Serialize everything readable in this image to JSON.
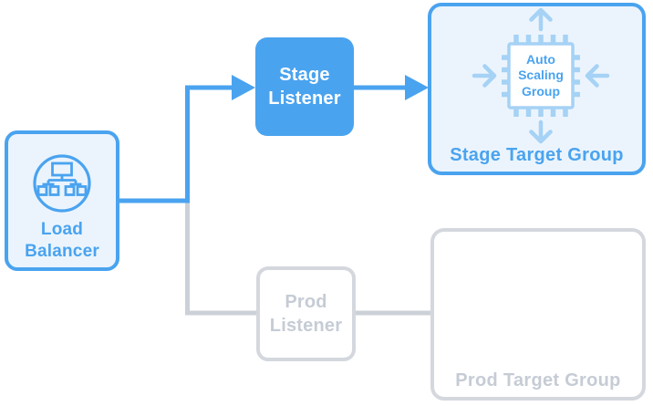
{
  "diagram": {
    "nodes": {
      "load_balancer": {
        "label": "Load Balancer",
        "icon": "network-tree-icon"
      },
      "stage_listener": {
        "label": "Stage Listener",
        "state": "active"
      },
      "prod_listener": {
        "label": "Prod Listener",
        "state": "inactive"
      },
      "stage_target_group": {
        "label": "Stage Target Group",
        "state": "active",
        "chip": {
          "label": "Auto Scaling Group",
          "icon": "cpu-chip-icon"
        }
      },
      "prod_target_group": {
        "label": "Prod Target Group",
        "state": "inactive"
      }
    },
    "edges": [
      {
        "from": "load_balancer",
        "to": "stage_listener",
        "style": "blue-arrow"
      },
      {
        "from": "stage_listener",
        "to": "stage_target_group",
        "style": "blue-arrow"
      },
      {
        "from": "load_balancer",
        "to": "prod_listener",
        "style": "gray-line"
      },
      {
        "from": "prod_listener",
        "to": "prod_target_group",
        "style": "gray-line"
      }
    ],
    "colors": {
      "accent_blue": "#4aa3ef",
      "light_blue_fill": "#ebf4fd",
      "pale_blue": "#a5d2f5",
      "gray_border": "#d4d8de",
      "gray_line": "#ccd1d8",
      "gray_text": "#c6ccd5"
    }
  }
}
